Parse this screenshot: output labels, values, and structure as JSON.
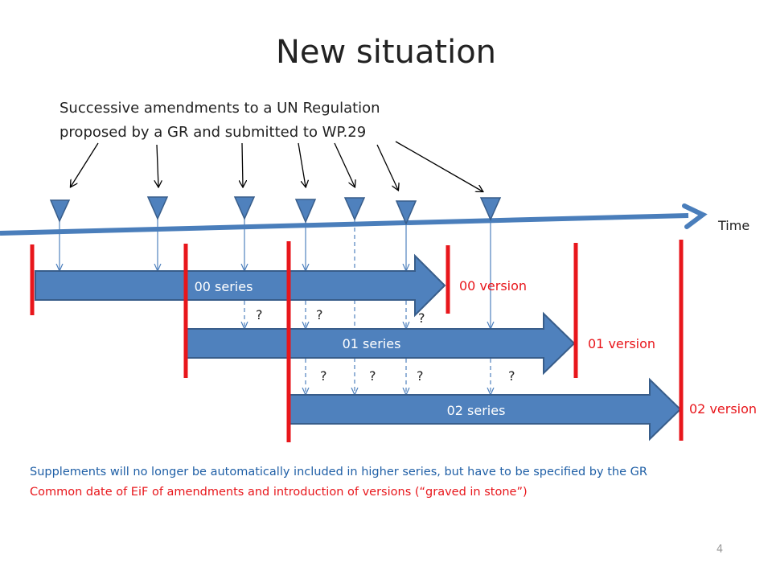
{
  "slide": {
    "title": "New situation",
    "note_line1": "Successive amendments to a UN Regulation",
    "note_line2": "proposed by a GR and submitted to WP.29",
    "time_label": "Time",
    "footnote_blue": "Supplements will no longer be automatically included in higher series, but have to be specified by the GR",
    "footnote_red": "Common date of EiF of amendments and introduction of versions (“graved in stone”)",
    "page_number": "4"
  },
  "series": [
    {
      "label": "00 series",
      "version": "00 version"
    },
    {
      "label": "01 series",
      "version": "01 version"
    },
    {
      "label": "02 series",
      "version": "02 version"
    }
  ],
  "question_mark": "?",
  "colors": {
    "timeline": "#4a7ebb",
    "series_fill": "#4f81bd",
    "series_stroke": "#385d8a",
    "marker_fill": "#4f81bd",
    "version_line": "#e8161b",
    "version_text": "#e8161b",
    "footnote_blue": "#1f5fa6",
    "footnote_red": "#e8161b"
  }
}
